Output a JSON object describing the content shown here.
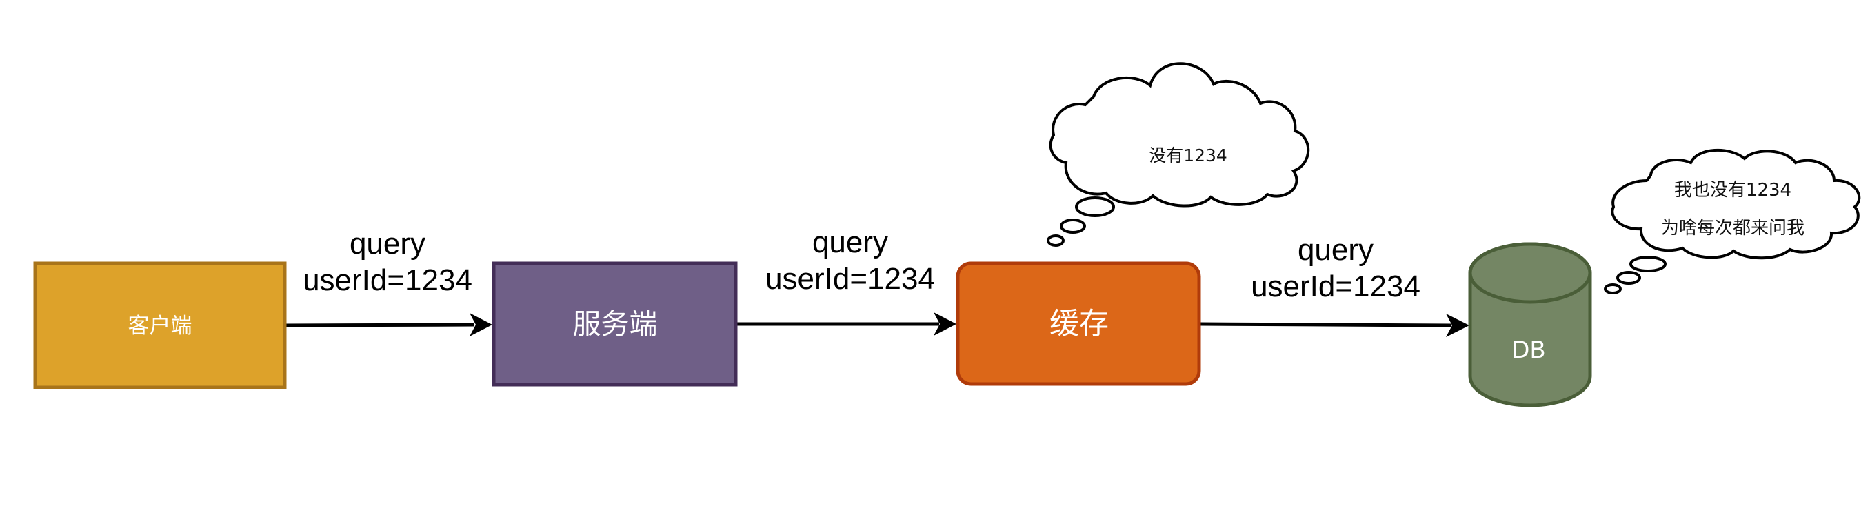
{
  "diagram": {
    "nodes": {
      "client": {
        "label": "客户端",
        "shape": "rectangle",
        "fill": "#DDA22A",
        "stroke": "#A8741A"
      },
      "server": {
        "label": "服务端",
        "shape": "rectangle",
        "fill": "#6F5F87",
        "stroke": "#432D57"
      },
      "cache": {
        "label": "缓存",
        "shape": "rounded-rectangle",
        "fill": "#DC6718",
        "stroke": "#B03B0A"
      },
      "db": {
        "label": "DB",
        "shape": "cylinder",
        "fill": "#748664",
        "stroke": "#4A5E38"
      }
    },
    "edges": [
      {
        "from": "client",
        "to": "server",
        "label_line1": "query",
        "label_line2": "userId=1234"
      },
      {
        "from": "server",
        "to": "cache",
        "label_line1": "query",
        "label_line2": "userId=1234"
      },
      {
        "from": "cache",
        "to": "db",
        "label_line1": "query",
        "label_line2": "userId=1234"
      }
    ],
    "thoughts": {
      "cache": {
        "lines": [
          "没有1234"
        ]
      },
      "db": {
        "lines": [
          "我也没有1234",
          "为啥每次都来问我"
        ]
      }
    }
  }
}
